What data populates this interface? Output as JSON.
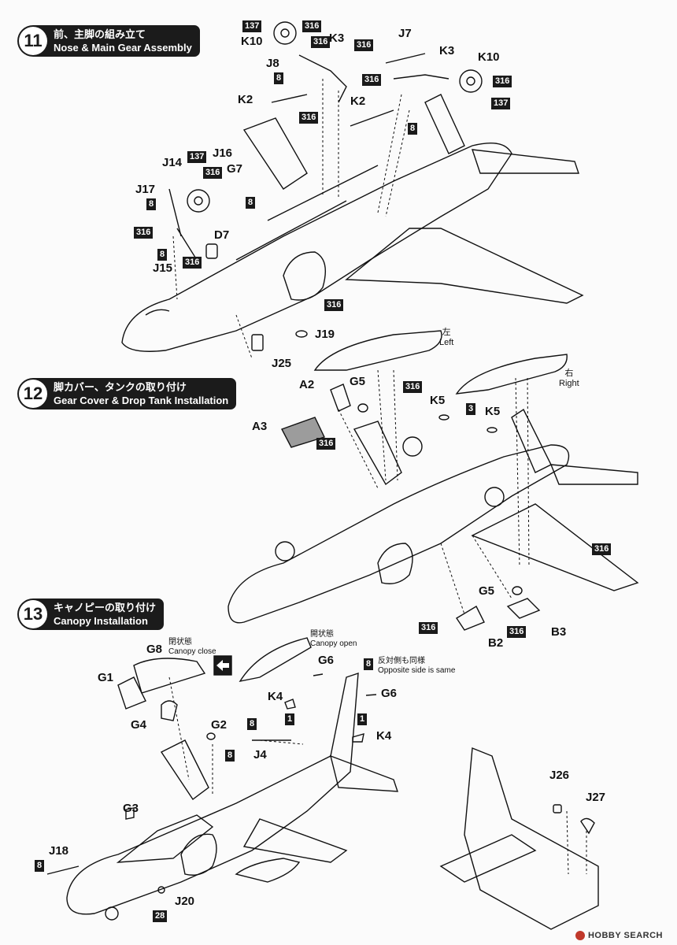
{
  "steps": [
    {
      "num": "11",
      "jp": "前、主脚の組み立て",
      "en": "Nose & Main Gear Assembly"
    },
    {
      "num": "12",
      "jp": "脚カバー、タンクの取り付け",
      "en": "Gear Cover & Drop Tank Installation"
    },
    {
      "num": "13",
      "jp": "キャノピーの取り付け",
      "en": "Canopy Installation"
    }
  ],
  "step11": {
    "labels": [
      "K10",
      "K3",
      "J7",
      "K3",
      "K10",
      "J8",
      "K2",
      "K2",
      "J14",
      "J16",
      "G7",
      "J17",
      "D7",
      "J15",
      "J19",
      "J25"
    ],
    "badges": [
      "137",
      "316",
      "316",
      "8",
      "316",
      "316",
      "316",
      "8",
      "137",
      "316",
      "8",
      "316",
      "8",
      "316",
      "8",
      "316",
      "137",
      "316"
    ]
  },
  "step12": {
    "labels": [
      "A2",
      "G5",
      "A3",
      "K5",
      "K5",
      "G5",
      "B2",
      "B3"
    ],
    "badges": [
      "316",
      "316",
      "3",
      "316",
      "316",
      "316"
    ],
    "left_jp": "左",
    "left_en": "Left",
    "right_jp": "右",
    "right_en": "Right"
  },
  "step13": {
    "labels": [
      "G8",
      "G1",
      "G4",
      "G6",
      "G6",
      "K4",
      "K4",
      "G2",
      "J4",
      "G3",
      "J18",
      "J20",
      "J26",
      "J27"
    ],
    "badges": [
      "8",
      "1",
      "1",
      "8",
      "8",
      "8",
      "28"
    ],
    "closed_jp": "閉状態",
    "closed_en": "Canopy close",
    "open_jp": "開状態",
    "open_en": "Canopy open",
    "opposite_jp": "反対側も同様",
    "opposite_en": "Opposite side is same"
  },
  "watermark": "HOBBY SEARCH"
}
